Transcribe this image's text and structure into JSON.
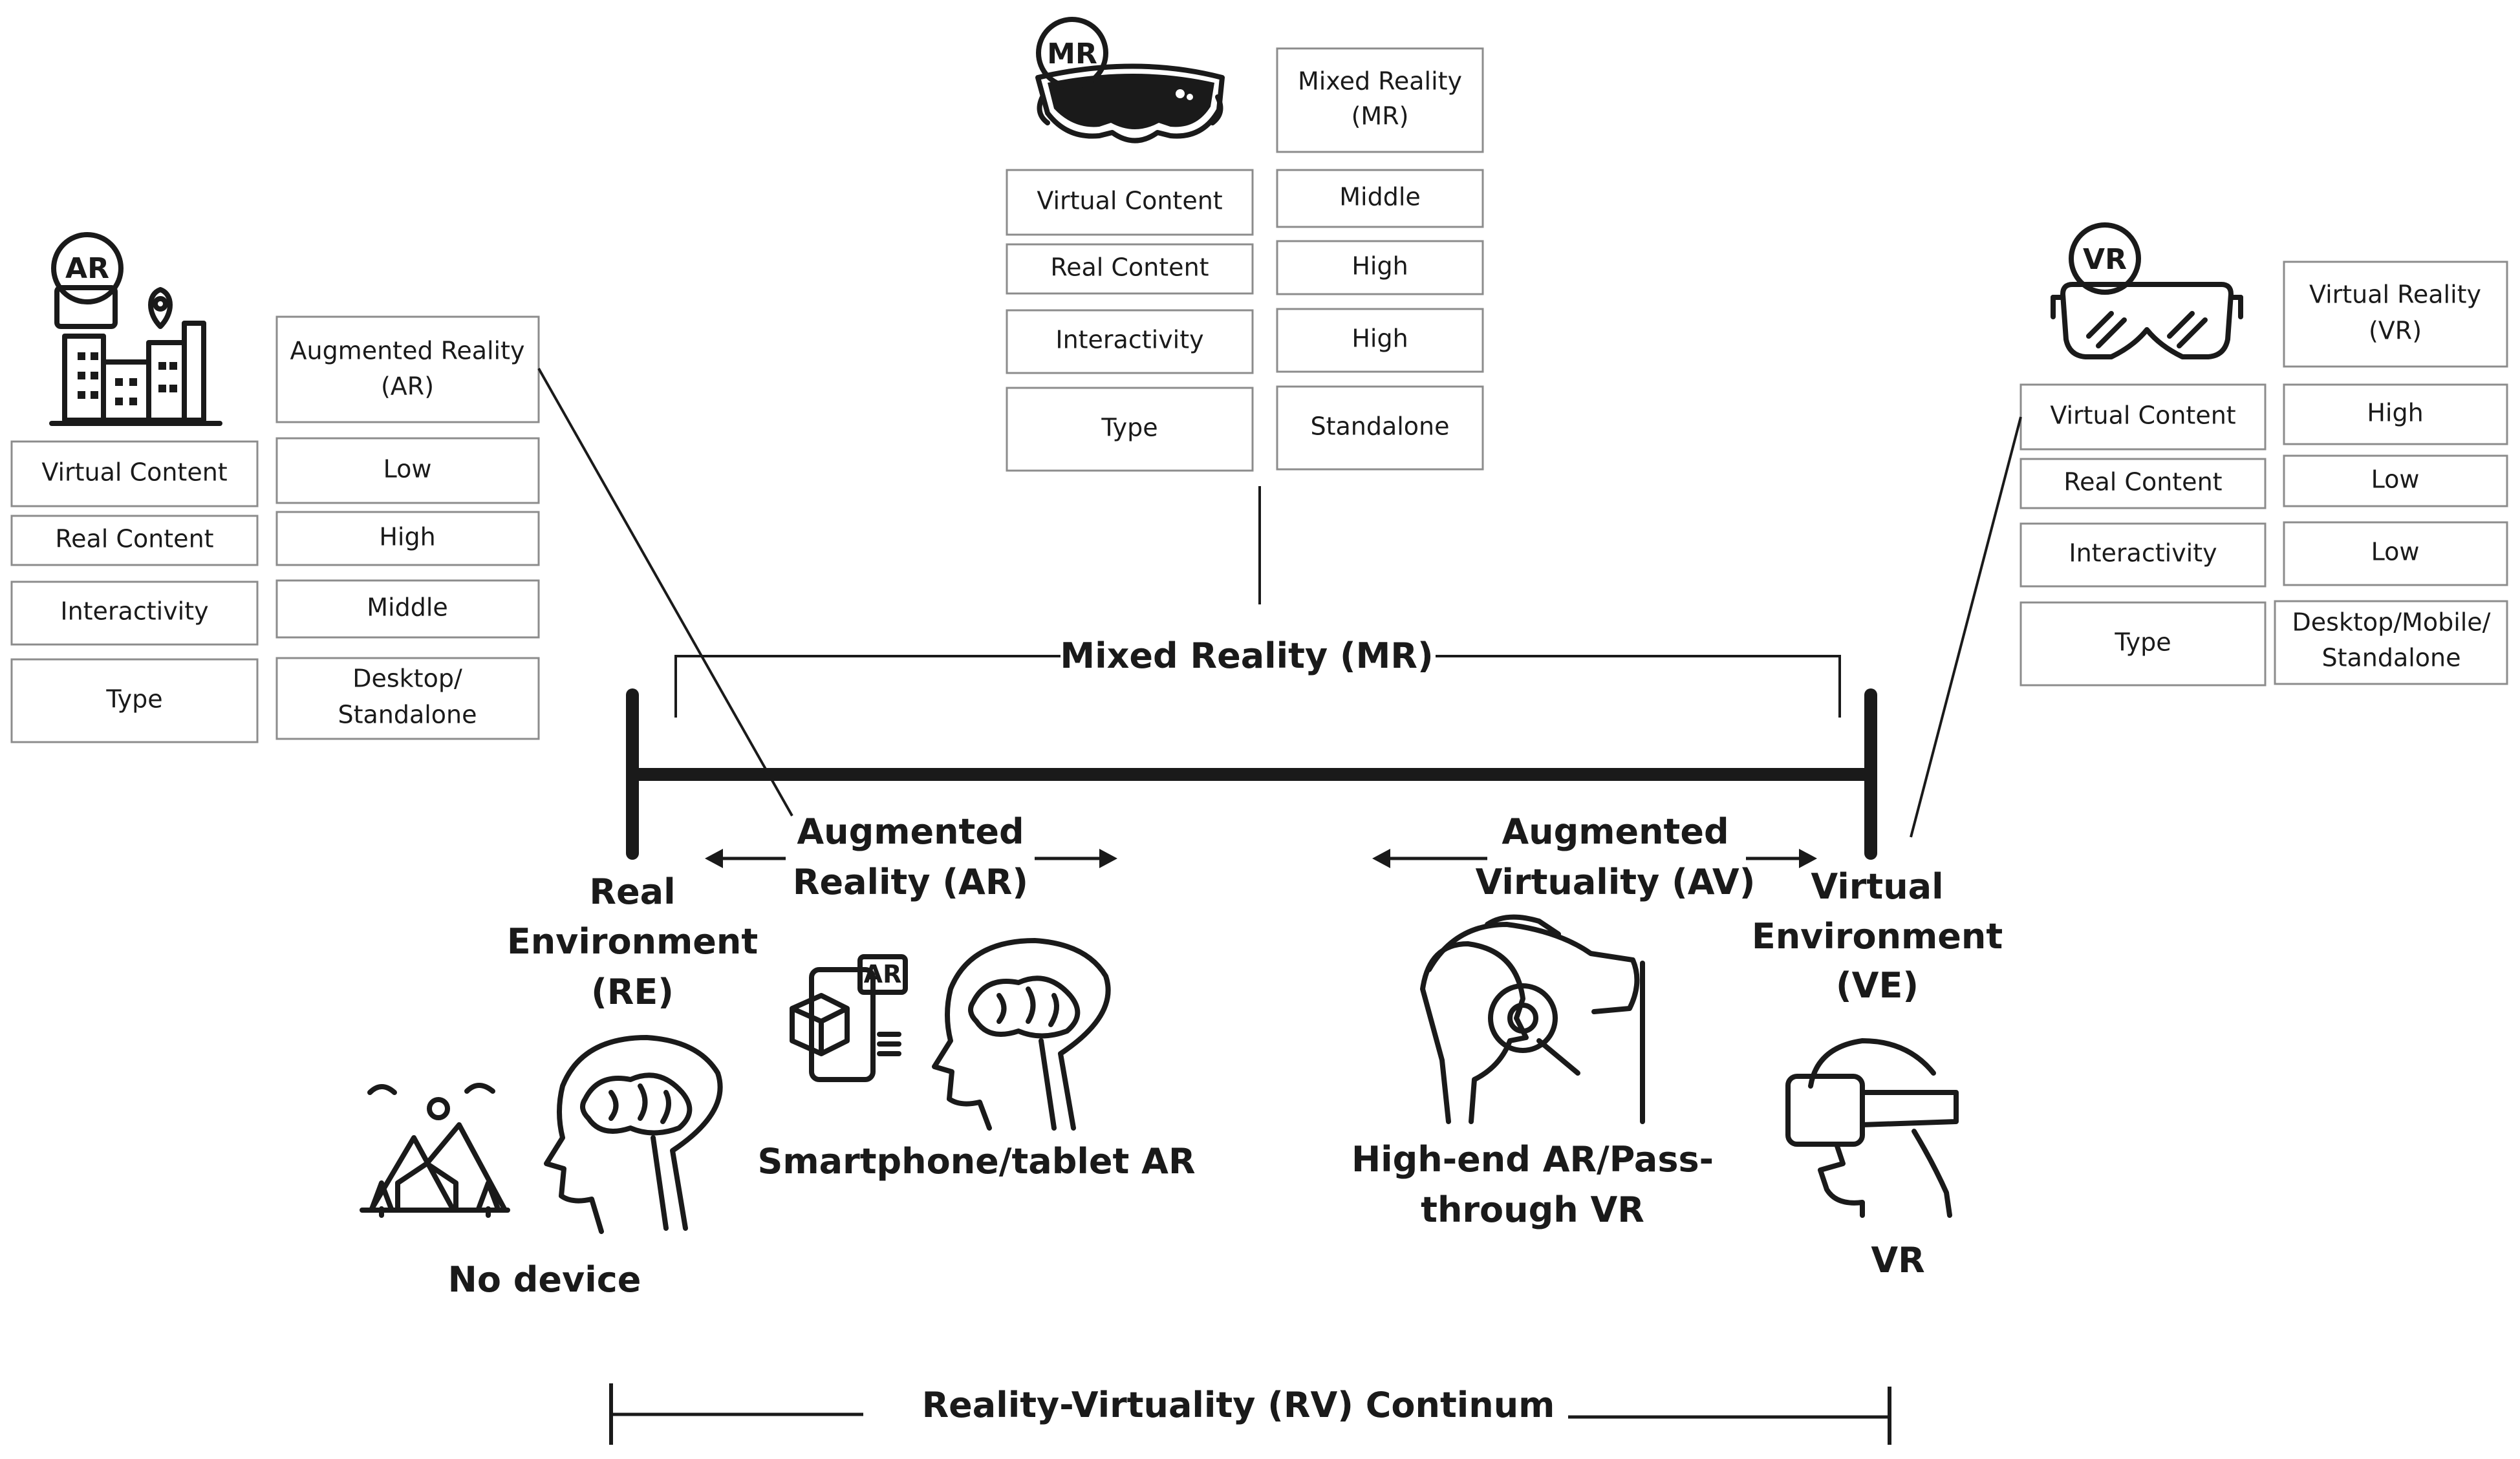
{
  "tables": {
    "ar": {
      "badge": "AR",
      "header": [
        "Augmented Reality",
        "(AR)"
      ],
      "rows": [
        {
          "label": "Virtual Content",
          "value": [
            "Low"
          ]
        },
        {
          "label": "Real Content",
          "value": [
            "High"
          ]
        },
        {
          "label": "Interactivity",
          "value": [
            "Middle"
          ]
        },
        {
          "label": "Type",
          "value": [
            "Desktop/",
            "Standalone"
          ]
        }
      ]
    },
    "mr": {
      "badge": "MR",
      "header": [
        "Mixed Reality",
        "(MR)"
      ],
      "rows": [
        {
          "label": "Virtual Content",
          "value": [
            "Middle"
          ]
        },
        {
          "label": "Real Content",
          "value": [
            "High"
          ]
        },
        {
          "label": "Interactivity",
          "value": [
            "High"
          ]
        },
        {
          "label": "Type",
          "value": [
            "Standalone"
          ]
        }
      ]
    },
    "vr": {
      "badge": "VR",
      "header": [
        "Virtual Reality",
        "(VR)"
      ],
      "rows": [
        {
          "label": "Virtual Content",
          "value": [
            "High"
          ]
        },
        {
          "label": "Real Content",
          "value": [
            "Low"
          ]
        },
        {
          "label": "Interactivity",
          "value": [
            "Low"
          ]
        },
        {
          "label": "Type",
          "value": [
            "Desktop/Mobile/",
            "Standalone"
          ]
        }
      ]
    }
  },
  "continuum": {
    "mixed_reality_label": "Mixed Reality (MR)",
    "re_label": [
      "Real",
      "Environment",
      "(RE)"
    ],
    "ar_label": [
      "Augmented",
      "Reality (AR)"
    ],
    "av_label": [
      "Augmented",
      "Virtuality (AV)"
    ],
    "ve_label": [
      "Virtual",
      "Environment",
      "(VE)"
    ],
    "rv_label": "Reality-Virtuality (RV) Continum"
  },
  "devices": {
    "no_device": "No device",
    "smartphone": "Smartphone/tablet AR",
    "highend": [
      "High-end AR/Pass-",
      "through VR"
    ],
    "vr": "VR",
    "phone_ar_badge": "AR"
  },
  "icons": [
    "city-map-pin-icon",
    "mixed-reality-headset-icon",
    "vr-goggles-icon",
    "landscape-icon",
    "brain-head-icon",
    "ar-phone-icon",
    "headset-head-icon",
    "vr-head-icon"
  ]
}
